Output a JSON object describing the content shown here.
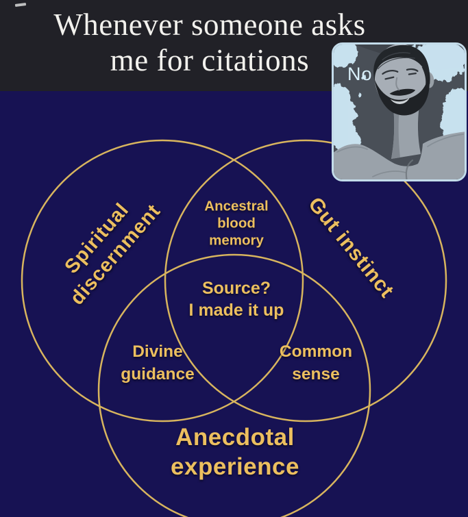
{
  "title": {
    "line1": "Whenever someone asks",
    "line2": "me for citations"
  },
  "reaction": {
    "caption": "No",
    "subject": "gigachad-grayscale-photo"
  },
  "venn": {
    "left_circle": {
      "line1": "Spiritual",
      "line2": "discernment"
    },
    "right_circle": {
      "label": "Gut instinct"
    },
    "bottom_circle": {
      "line1": "Anecdotal",
      "line2": "experience"
    },
    "top_intersection": {
      "line1": "Ancestral",
      "line2": "blood",
      "line3": "memory"
    },
    "center_intersection": {
      "line1": "Source?",
      "line2": "I made it up"
    },
    "left_intersection": {
      "line1": "Divine",
      "line2": "guidance"
    },
    "right_intersection": {
      "line1": "Common",
      "line2": "sense"
    }
  },
  "colors": {
    "background_navy": "#171253",
    "header_charcoal": "#212127",
    "gold_text": "#ecbf5f",
    "circle_stroke": "#d8b55e",
    "title_white": "#f2f1ed",
    "reaction_blue": "#cfe9f7"
  }
}
